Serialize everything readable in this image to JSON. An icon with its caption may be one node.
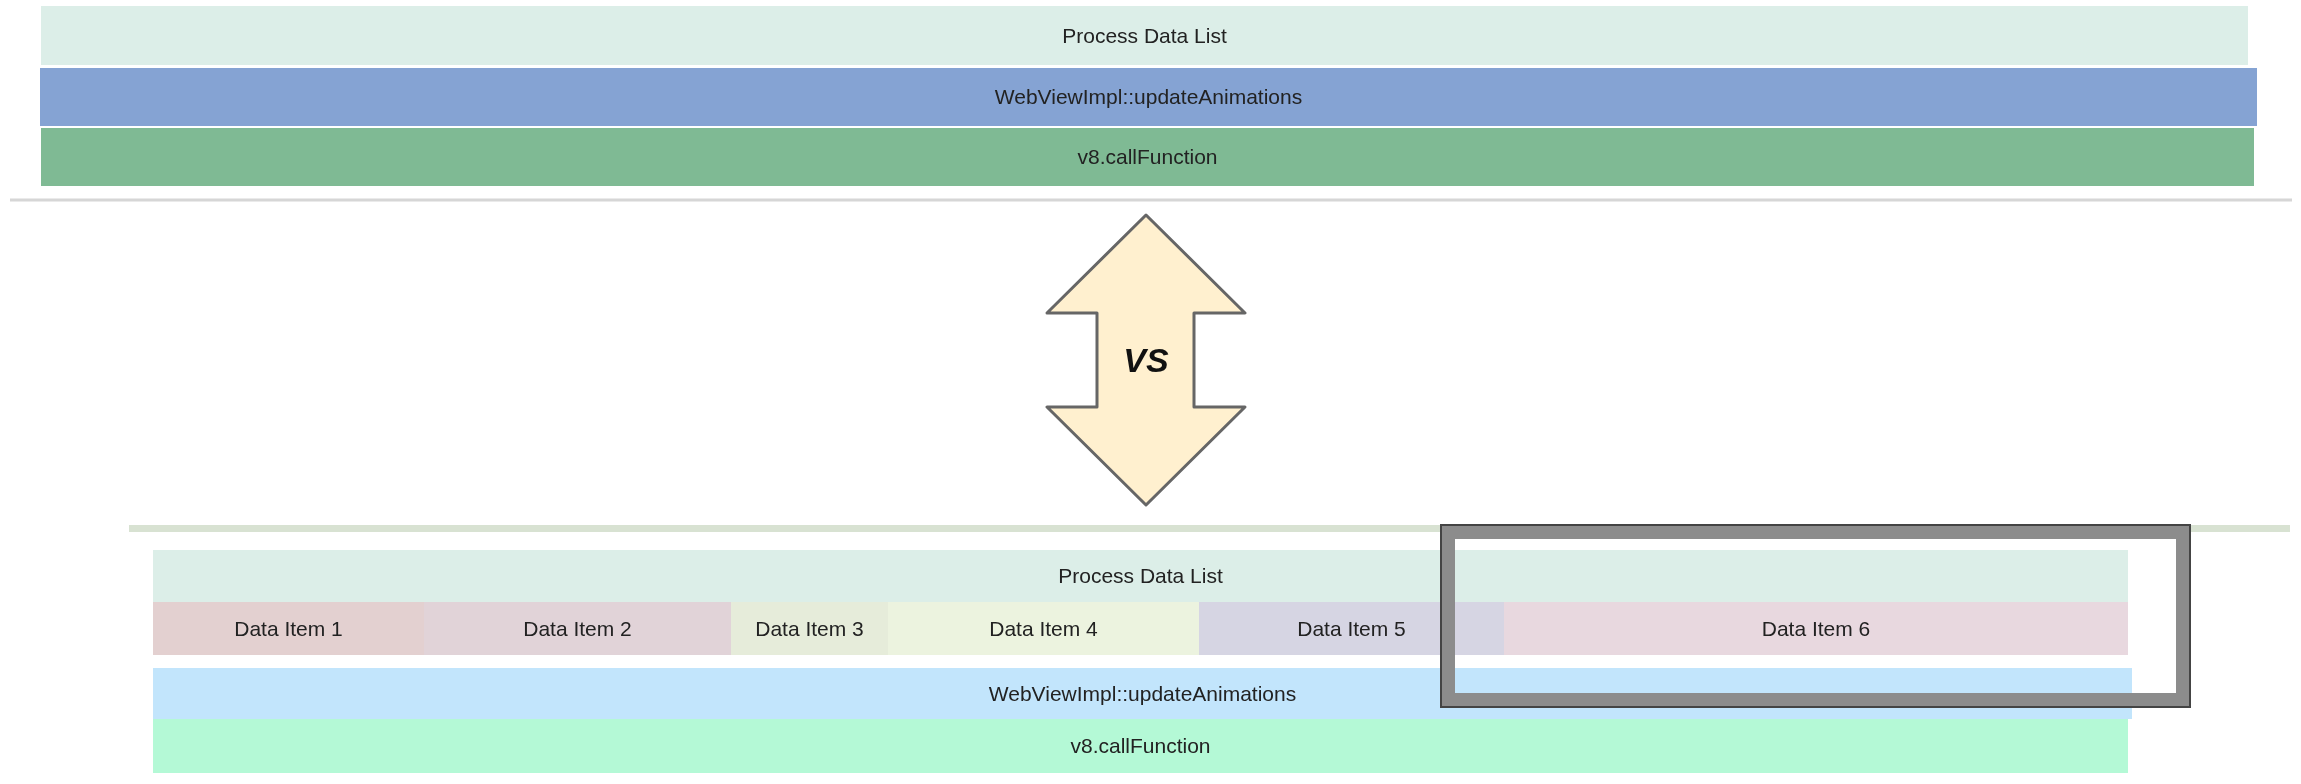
{
  "diagram": {
    "nodes": [
      {
        "text": [
          "Process Data List"
        ]
      },
      {
        "text": [
          "WebViewImpl::updateAnimations"
        ]
      },
      {
        "text": [
          "v8.callFunction"
        ]
      },
      {
        "text": [
          "Process Data List"
        ]
      },
      {
        "text": [
          "Data Item 1"
        ]
      },
      {
        "text": [
          "Data Item 2"
        ]
      },
      {
        "text": [
          "Data Item 3"
        ]
      },
      {
        "text": [
          "Data Item 4"
        ]
      },
      {
        "text": [
          "Data Item 5"
        ]
      },
      {
        "text": [
          "Data Item 6"
        ]
      },
      {
        "text": [
          "WebViewImpl::updateAnimations"
        ]
      },
      {
        "text": [
          "v8.callFunction"
        ]
      }
    ],
    "edges": [
      {
        "from": 2,
        "to": 3,
        "arrow": "both",
        "label": "VS"
      }
    ]
  }
}
